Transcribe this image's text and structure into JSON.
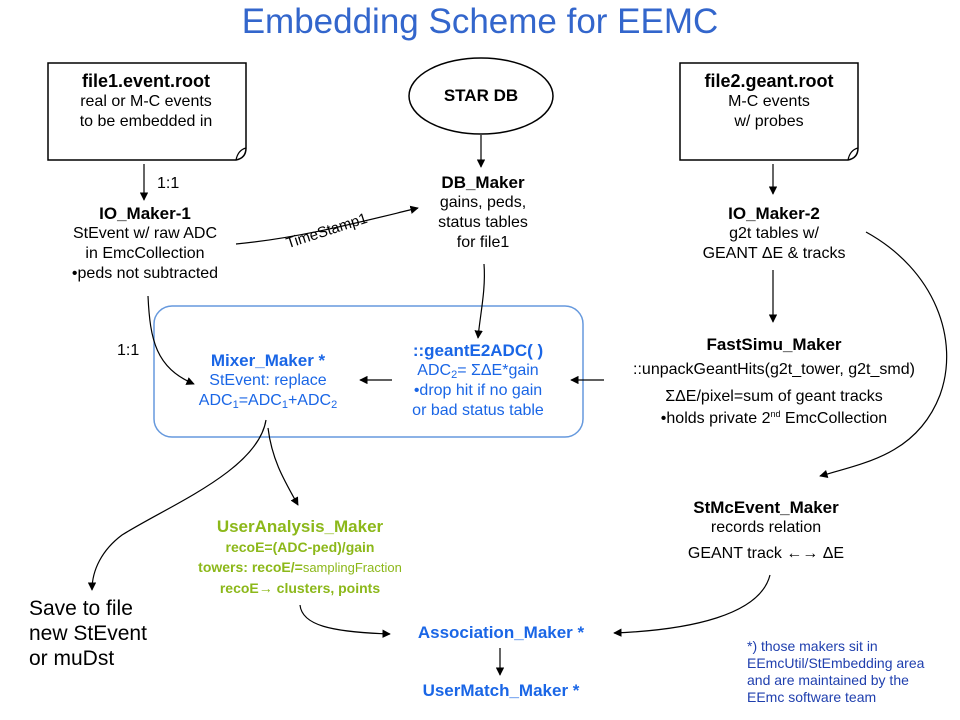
{
  "title": "Embedding Scheme for EEMC",
  "file1": {
    "name": "file1.event.root",
    "lines": [
      "real or M-C events",
      "to be embedded in"
    ]
  },
  "stardb": {
    "label": "STAR DB"
  },
  "file2": {
    "name": "file2.geant.root",
    "lines": [
      "M-C events",
      "w/ probes"
    ]
  },
  "ratio1": "1:1",
  "ratio2": "1:1",
  "timestamp": "TimeStamp1",
  "io1": {
    "name": "IO_Maker-1",
    "lines": [
      "StEvent w/ raw ADC",
      "in EmcCollection",
      "•peds not subtracted"
    ]
  },
  "db": {
    "name": "DB_Maker",
    "lines": [
      "gains, peds,",
      "status tables",
      "for file1"
    ]
  },
  "io2": {
    "name": "IO_Maker-2",
    "line1": "g2t tables w/",
    "line2_pre": "GEANT ",
    "line2_sym": "Δ",
    "line2_post": "E & tracks"
  },
  "mixer": {
    "name": "Mixer_Maker *",
    "line1": "StEvent: replace",
    "adc": "ADC",
    "eq": "=",
    "plus": "+",
    "sub1": "1",
    "sub2": "2"
  },
  "geant": {
    "name": "::geantE2ADC( )",
    "adc": "ADC",
    "sub": "2",
    "rest": "= ΣΔE*gain",
    "line2": "•drop hit if no gain",
    "line3": "or bad status table"
  },
  "fastsimu": {
    "name": "FastSimu_Maker",
    "line1": "::unpackGeantHits(g2t_tower, g2t_smd)",
    "line2": "ΣΔE/pixel=sum of geant  tracks",
    "line3_pre": "•holds private 2",
    "line3_sup": "nd",
    "line3_post": " EmcCollection"
  },
  "stmc": {
    "name": "StMcEvent_Maker",
    "line1": "records relation",
    "line2": "GEANT track ←→ ΔE"
  },
  "user": {
    "name": "UserAnalysis_Maker",
    "line1": "recoE=(ADC-ped)/gain",
    "line2_pre": "towers: recoE/=",
    "line2_small": "samplingFraction",
    "line3": "recoE→ clusters, points"
  },
  "save": {
    "lines": [
      "Save to file",
      "new StEvent",
      "or muDst"
    ]
  },
  "assoc": {
    "name": "Association_Maker *"
  },
  "usermatch": {
    "name": "UserMatch_Maker *"
  },
  "note": {
    "lines": [
      "*) those makers sit in",
      "EEmcUtil/StEmbedding area",
      "and  are maintained by the",
      "EEmc software team"
    ]
  },
  "colors": {
    "title": "#3366cc",
    "blue": "#1a66e6",
    "green": "#8cb81a",
    "navy": "#1f3fae",
    "boxBorder": "#6699dd"
  }
}
